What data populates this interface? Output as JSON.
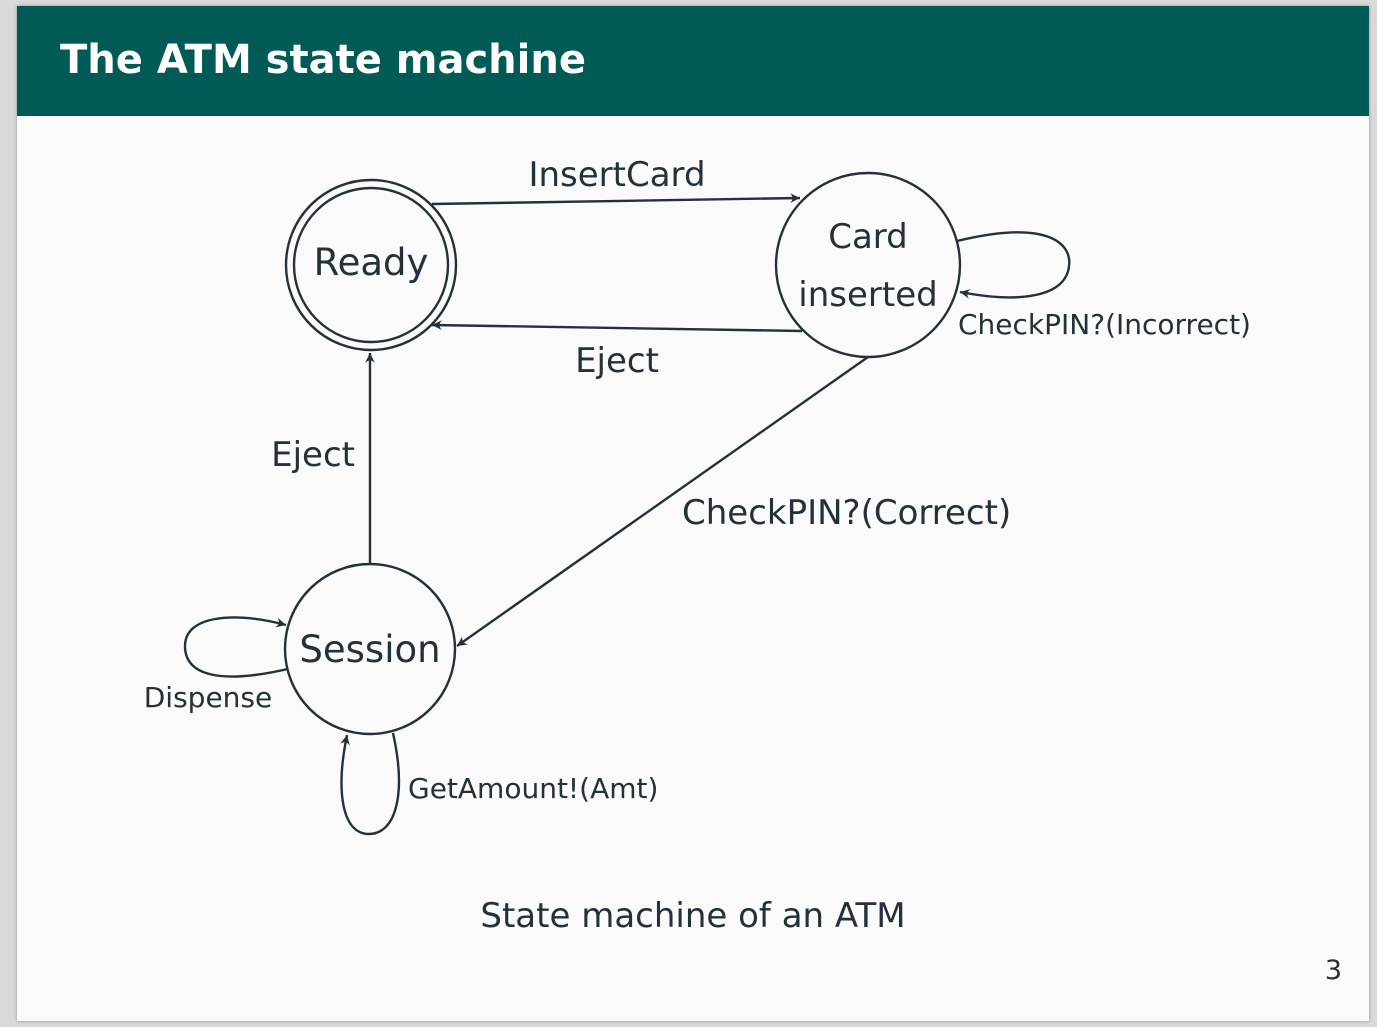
{
  "slide": {
    "title": "The ATM state machine",
    "caption": "State machine of an ATM",
    "page_number": "3",
    "header_color": "#005a55"
  },
  "diagram": {
    "states": {
      "ready": {
        "label": "Ready",
        "accepting": true
      },
      "card_inserted": {
        "label_line1": "Card",
        "label_line2": "inserted"
      },
      "session": {
        "label": "Session"
      }
    },
    "transitions": {
      "insert_card": {
        "from": "Ready",
        "to": "Card inserted",
        "label": "InsertCard"
      },
      "eject_from_card": {
        "from": "Card inserted",
        "to": "Ready",
        "label": "Eject"
      },
      "check_pin_incorrect": {
        "from": "Card inserted",
        "to": "Card inserted",
        "label": "CheckPIN?(Incorrect)"
      },
      "check_pin_correct": {
        "from": "Card inserted",
        "to": "Session",
        "label": "CheckPIN?(Correct)"
      },
      "eject_from_session": {
        "from": "Session",
        "to": "Ready",
        "label": "Eject"
      },
      "dispense": {
        "from": "Session",
        "to": "Session",
        "label": "Dispense"
      },
      "get_amount": {
        "from": "Session",
        "to": "Session",
        "label": "GetAmount!(Amt)"
      }
    }
  }
}
